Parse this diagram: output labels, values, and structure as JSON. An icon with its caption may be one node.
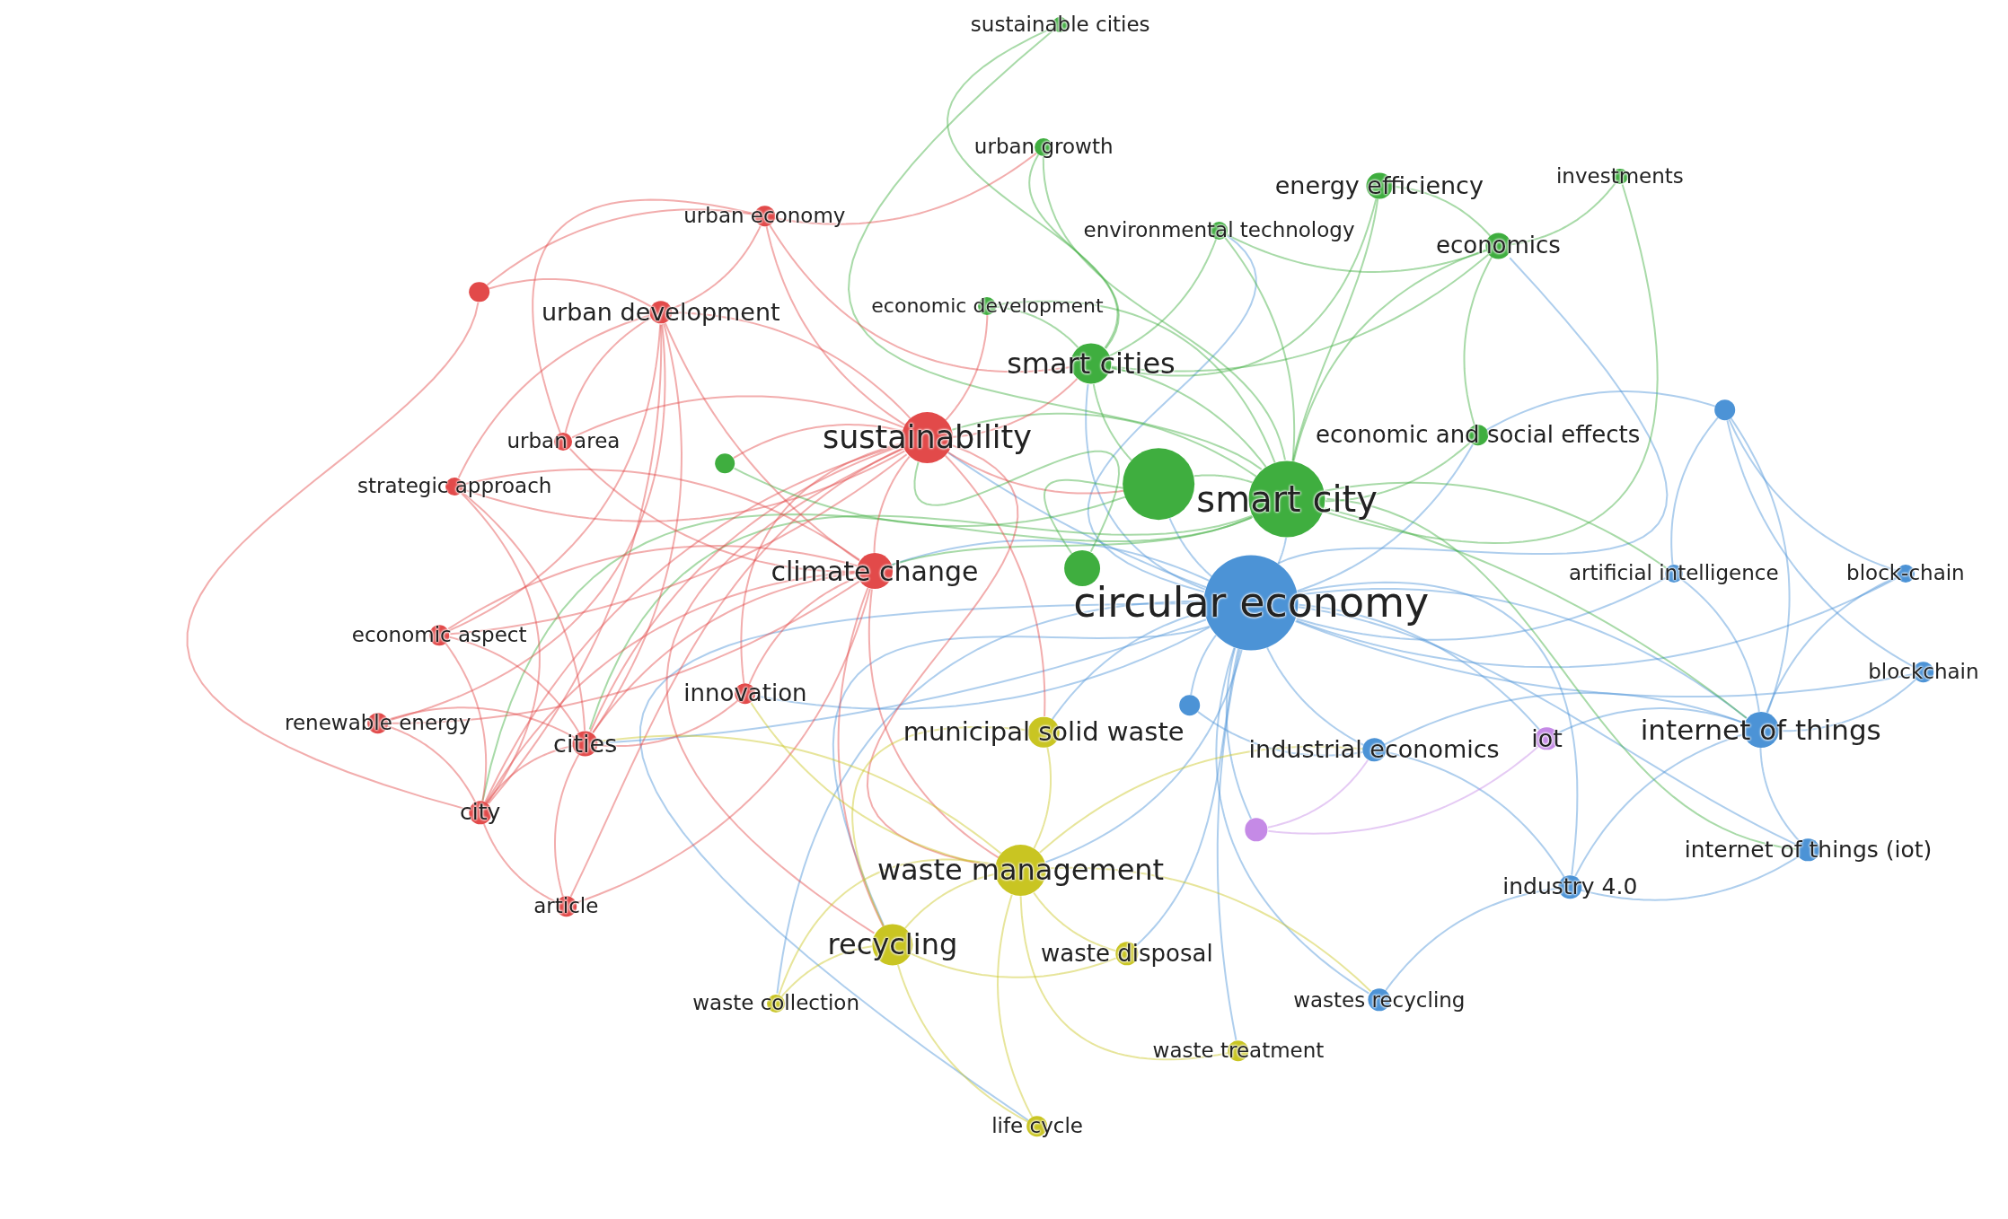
{
  "diagram": {
    "nodes": [
      {
        "text": [
          "sustainable cities"
        ]
      },
      {
        "text": [
          "urban growth"
        ]
      },
      {
        "text": [
          "energy efficiency"
        ]
      },
      {
        "text": [
          "investments"
        ]
      },
      {
        "text": [
          "urban economy"
        ]
      },
      {
        "text": [
          "environmental technology"
        ]
      },
      {
        "text": [
          "economics"
        ]
      },
      {
        "text": [],
        "shape": "circle"
      },
      {
        "text": [
          "urban development"
        ]
      },
      {
        "text": [
          "economic development"
        ]
      },
      {
        "text": [
          "smart cities"
        ]
      },
      {
        "text": [],
        "shape": "circle"
      },
      {
        "text": [
          "sustainability"
        ]
      },
      {
        "text": [
          "economic and social effects"
        ]
      },
      {
        "text": [
          "urban area"
        ]
      },
      {
        "text": [],
        "shape": "circle"
      },
      {
        "text": [
          "strategic approach"
        ]
      },
      {
        "text": [],
        "shape": "circle"
      },
      {
        "text": [
          "smart city"
        ]
      },
      {
        "text": [
          "climate change"
        ]
      },
      {
        "text": [],
        "shape": "circle"
      },
      {
        "text": [
          "circular economy"
        ]
      },
      {
        "text": [
          "artificial intelligence"
        ]
      },
      {
        "text": [
          "block-chain"
        ]
      },
      {
        "text": [
          "economic aspect"
        ]
      },
      {
        "text": [
          "blockchain"
        ]
      },
      {
        "text": [
          "innovation"
        ]
      },
      {
        "text": [],
        "shape": "circle"
      },
      {
        "text": [
          "renewable energy"
        ]
      },
      {
        "text": [
          "cities"
        ]
      },
      {
        "text": [
          "municipal solid waste"
        ]
      },
      {
        "text": [
          "industrial economics"
        ]
      },
      {
        "text": [
          "iot"
        ]
      },
      {
        "text": [
          "internet of things"
        ]
      },
      {
        "text": [
          "city"
        ]
      },
      {
        "text": [],
        "shape": "circle"
      },
      {
        "text": [
          "internet of things (iot)"
        ]
      },
      {
        "text": [
          "waste management"
        ]
      },
      {
        "text": [
          "industry 4.0"
        ]
      },
      {
        "text": [
          "article"
        ]
      },
      {
        "text": [
          "recycling"
        ]
      },
      {
        "text": [
          "waste disposal"
        ]
      },
      {
        "text": [
          "waste collection"
        ]
      },
      {
        "text": [
          "wastes recycling"
        ]
      },
      {
        "text": [
          "waste treatment"
        ]
      },
      {
        "text": [
          "life cycle"
        ]
      }
    ],
    "edges": [
      {
        "from": 21,
        "to": 10,
        "arrow": "none",
        "color": "#4c93d6"
      },
      {
        "from": 21,
        "to": 12,
        "arrow": "none",
        "color": "#4c93d6"
      },
      {
        "from": 21,
        "to": 17,
        "arrow": "none",
        "color": "#4c93d6"
      },
      {
        "from": 21,
        "to": 18,
        "arrow": "none",
        "color": "#4c93d6"
      },
      {
        "from": 21,
        "to": 19,
        "arrow": "none",
        "color": "#4c93d6"
      },
      {
        "from": 21,
        "to": 30,
        "arrow": "none",
        "color": "#4c93d6"
      },
      {
        "from": 21,
        "to": 31,
        "arrow": "none",
        "color": "#4c93d6"
      },
      {
        "from": 21,
        "to": 32,
        "arrow": "none",
        "color": "#4c93d6"
      },
      {
        "from": 21,
        "to": 33,
        "arrow": "none",
        "color": "#4c93d6"
      },
      {
        "from": 21,
        "to": 37,
        "arrow": "none",
        "color": "#4c93d6"
      },
      {
        "from": 21,
        "to": 40,
        "arrow": "none",
        "color": "#4c93d6"
      },
      {
        "from": 21,
        "to": 41,
        "arrow": "none",
        "color": "#4c93d6"
      },
      {
        "from": 21,
        "to": 43,
        "arrow": "none",
        "color": "#4c93d6"
      },
      {
        "from": 21,
        "to": 44,
        "arrow": "none",
        "color": "#4c93d6"
      },
      {
        "from": 21,
        "to": 38,
        "arrow": "none",
        "color": "#4c93d6"
      },
      {
        "from": 21,
        "to": 36,
        "arrow": "none",
        "color": "#4c93d6"
      },
      {
        "from": 21,
        "to": 22,
        "arrow": "none",
        "color": "#4c93d6"
      },
      {
        "from": 21,
        "to": 23,
        "arrow": "none",
        "color": "#4c93d6"
      },
      {
        "from": 21,
        "to": 25,
        "arrow": "none",
        "color": "#4c93d6"
      },
      {
        "from": 21,
        "to": 13,
        "arrow": "none",
        "color": "#4c93d6"
      },
      {
        "from": 21,
        "to": 6,
        "arrow": "none",
        "color": "#4c93d6"
      },
      {
        "from": 21,
        "to": 26,
        "arrow": "none",
        "color": "#4c93d6"
      },
      {
        "from": 21,
        "to": 29,
        "arrow": "none",
        "color": "#4c93d6"
      },
      {
        "from": 21,
        "to": 27,
        "arrow": "none",
        "color": "#4c93d6"
      },
      {
        "from": 21,
        "to": 35,
        "arrow": "none",
        "color": "#4c93d6"
      },
      {
        "from": 21,
        "to": 5,
        "arrow": "none",
        "color": "#4c93d6"
      },
      {
        "from": 21,
        "to": 45,
        "arrow": "none",
        "color": "#4c93d6"
      },
      {
        "from": 21,
        "to": 42,
        "arrow": "none",
        "color": "#4c93d6"
      },
      {
        "from": 18,
        "to": 10,
        "arrow": "none",
        "color": "#3fae3f"
      },
      {
        "from": 18,
        "to": 12,
        "arrow": "none",
        "color": "#3fae3f"
      },
      {
        "from": 18,
        "to": 17,
        "arrow": "none",
        "color": "#3fae3f"
      },
      {
        "from": 18,
        "to": 13,
        "arrow": "none",
        "color": "#3fae3f"
      },
      {
        "from": 18,
        "to": 6,
        "arrow": "none",
        "color": "#3fae3f"
      },
      {
        "from": 18,
        "to": 2,
        "arrow": "none",
        "color": "#3fae3f"
      },
      {
        "from": 18,
        "to": 5,
        "arrow": "none",
        "color": "#3fae3f"
      },
      {
        "from": 18,
        "to": 1,
        "arrow": "none",
        "color": "#3fae3f"
      },
      {
        "from": 18,
        "to": 0,
        "arrow": "none",
        "color": "#3fae3f"
      },
      {
        "from": 18,
        "to": 9,
        "arrow": "none",
        "color": "#3fae3f"
      },
      {
        "from": 18,
        "to": 19,
        "arrow": "none",
        "color": "#3fae3f"
      },
      {
        "from": 18,
        "to": 33,
        "arrow": "none",
        "color": "#3fae3f"
      },
      {
        "from": 18,
        "to": 22,
        "arrow": "none",
        "color": "#3fae3f"
      },
      {
        "from": 18,
        "to": 3,
        "arrow": "none",
        "color": "#3fae3f"
      },
      {
        "from": 18,
        "to": 29,
        "arrow": "none",
        "color": "#3fae3f"
      },
      {
        "from": 18,
        "to": 34,
        "arrow": "none",
        "color": "#3fae3f"
      },
      {
        "from": 18,
        "to": 36,
        "arrow": "none",
        "color": "#3fae3f"
      },
      {
        "from": 12,
        "to": 10,
        "arrow": "none",
        "color": "#e24a4a"
      },
      {
        "from": 12,
        "to": 17,
        "arrow": "none",
        "color": "#e24a4a"
      },
      {
        "from": 12,
        "to": 19,
        "arrow": "none",
        "color": "#e24a4a"
      },
      {
        "from": 12,
        "to": 4,
        "arrow": "none",
        "color": "#e24a4a"
      },
      {
        "from": 12,
        "to": 8,
        "arrow": "none",
        "color": "#e24a4a"
      },
      {
        "from": 12,
        "to": 14,
        "arrow": "none",
        "color": "#e24a4a"
      },
      {
        "from": 12,
        "to": 16,
        "arrow": "none",
        "color": "#e24a4a"
      },
      {
        "from": 12,
        "to": 24,
        "arrow": "none",
        "color": "#e24a4a"
      },
      {
        "from": 12,
        "to": 26,
        "arrow": "none",
        "color": "#e24a4a"
      },
      {
        "from": 12,
        "to": 29,
        "arrow": "none",
        "color": "#e24a4a"
      },
      {
        "from": 12,
        "to": 34,
        "arrow": "none",
        "color": "#e24a4a"
      },
      {
        "from": 12,
        "to": 39,
        "arrow": "none",
        "color": "#e24a4a"
      },
      {
        "from": 12,
        "to": 9,
        "arrow": "none",
        "color": "#e24a4a"
      },
      {
        "from": 12,
        "to": 30,
        "arrow": "none",
        "color": "#e24a4a"
      },
      {
        "from": 12,
        "to": 37,
        "arrow": "none",
        "color": "#e24a4a"
      },
      {
        "from": 12,
        "to": 40,
        "arrow": "none",
        "color": "#e24a4a"
      },
      {
        "from": 12,
        "to": 15,
        "arrow": "none",
        "color": "#e24a4a"
      },
      {
        "from": 19,
        "to": 8,
        "arrow": "none",
        "color": "#e24a4a"
      },
      {
        "from": 19,
        "to": 14,
        "arrow": "none",
        "color": "#e24a4a"
      },
      {
        "from": 19,
        "to": 16,
        "arrow": "none",
        "color": "#e24a4a"
      },
      {
        "from": 19,
        "to": 24,
        "arrow": "none",
        "color": "#e24a4a"
      },
      {
        "from": 19,
        "to": 26,
        "arrow": "none",
        "color": "#e24a4a"
      },
      {
        "from": 19,
        "to": 28,
        "arrow": "none",
        "color": "#e24a4a"
      },
      {
        "from": 19,
        "to": 29,
        "arrow": "none",
        "color": "#e24a4a"
      },
      {
        "from": 19,
        "to": 34,
        "arrow": "none",
        "color": "#e24a4a"
      },
      {
        "from": 19,
        "to": 39,
        "arrow": "none",
        "color": "#e24a4a"
      },
      {
        "from": 19,
        "to": 40,
        "arrow": "none",
        "color": "#e24a4a"
      },
      {
        "from": 19,
        "to": 37,
        "arrow": "none",
        "color": "#e24a4a"
      },
      {
        "from": 37,
        "to": 30,
        "arrow": "none",
        "color": "#c9c522"
      },
      {
        "from": 37,
        "to": 40,
        "arrow": "none",
        "color": "#c9c522"
      },
      {
        "from": 37,
        "to": 41,
        "arrow": "none",
        "color": "#c9c522"
      },
      {
        "from": 37,
        "to": 42,
        "arrow": "none",
        "color": "#c9c522"
      },
      {
        "from": 37,
        "to": 44,
        "arrow": "none",
        "color": "#c9c522"
      },
      {
        "from": 37,
        "to": 45,
        "arrow": "none",
        "color": "#c9c522"
      },
      {
        "from": 37,
        "to": 43,
        "arrow": "none",
        "color": "#c9c522"
      },
      {
        "from": 37,
        "to": 31,
        "arrow": "none",
        "color": "#c9c522"
      },
      {
        "from": 37,
        "to": 29,
        "arrow": "none",
        "color": "#c9c522"
      },
      {
        "from": 37,
        "to": 26,
        "arrow": "none",
        "color": "#c9c522"
      },
      {
        "from": 40,
        "to": 42,
        "arrow": "none",
        "color": "#c9c522"
      },
      {
        "from": 40,
        "to": 45,
        "arrow": "none",
        "color": "#c9c522"
      },
      {
        "from": 40,
        "to": 41,
        "arrow": "none",
        "color": "#c9c522"
      },
      {
        "from": 40,
        "to": 30,
        "arrow": "none",
        "color": "#c9c522"
      },
      {
        "from": 8,
        "to": 4,
        "arrow": "none",
        "color": "#e24a4a"
      },
      {
        "from": 8,
        "to": 7,
        "arrow": "none",
        "color": "#e24a4a"
      },
      {
        "from": 8,
        "to": 14,
        "arrow": "none",
        "color": "#e24a4a"
      },
      {
        "from": 8,
        "to": 16,
        "arrow": "none",
        "color": "#e24a4a"
      },
      {
        "from": 8,
        "to": 24,
        "arrow": "none",
        "color": "#e24a4a"
      },
      {
        "from": 8,
        "to": 29,
        "arrow": "none",
        "color": "#e24a4a"
      },
      {
        "from": 8,
        "to": 34,
        "arrow": "none",
        "color": "#e24a4a"
      },
      {
        "from": 8,
        "to": 28,
        "arrow": "none",
        "color": "#e24a4a"
      },
      {
        "from": 29,
        "to": 34,
        "arrow": "none",
        "color": "#e24a4a"
      },
      {
        "from": 29,
        "to": 39,
        "arrow": "none",
        "color": "#e24a4a"
      },
      {
        "from": 29,
        "to": 28,
        "arrow": "none",
        "color": "#e24a4a"
      },
      {
        "from": 29,
        "to": 24,
        "arrow": "none",
        "color": "#e24a4a"
      },
      {
        "from": 29,
        "to": 16,
        "arrow": "none",
        "color": "#e24a4a"
      },
      {
        "from": 29,
        "to": 26,
        "arrow": "none",
        "color": "#e24a4a"
      },
      {
        "from": 34,
        "to": 28,
        "arrow": "none",
        "color": "#e24a4a"
      },
      {
        "from": 34,
        "to": 39,
        "arrow": "none",
        "color": "#e24a4a"
      },
      {
        "from": 34,
        "to": 24,
        "arrow": "none",
        "color": "#e24a4a"
      },
      {
        "from": 34,
        "to": 16,
        "arrow": "none",
        "color": "#e24a4a"
      },
      {
        "from": 34,
        "to": 7,
        "arrow": "none",
        "color": "#e24a4a"
      },
      {
        "from": 4,
        "to": 7,
        "arrow": "none",
        "color": "#e24a4a"
      },
      {
        "from": 4,
        "to": 14,
        "arrow": "none",
        "color": "#e24a4a"
      },
      {
        "from": 4,
        "to": 10,
        "arrow": "none",
        "color": "#e24a4a"
      },
      {
        "from": 4,
        "to": 1,
        "arrow": "none",
        "color": "#e24a4a"
      },
      {
        "from": 33,
        "to": 36,
        "arrow": "none",
        "color": "#4c93d6"
      },
      {
        "from": 33,
        "to": 38,
        "arrow": "none",
        "color": "#4c93d6"
      },
      {
        "from": 33,
        "to": 25,
        "arrow": "none",
        "color": "#4c93d6"
      },
      {
        "from": 33,
        "to": 23,
        "arrow": "none",
        "color": "#4c93d6"
      },
      {
        "from": 33,
        "to": 22,
        "arrow": "none",
        "color": "#4c93d6"
      },
      {
        "from": 33,
        "to": 11,
        "arrow": "none",
        "color": "#4c93d6"
      },
      {
        "from": 33,
        "to": 32,
        "arrow": "none",
        "color": "#4c93d6"
      },
      {
        "from": 33,
        "to": 31,
        "arrow": "none",
        "color": "#4c93d6"
      },
      {
        "from": 38,
        "to": 43,
        "arrow": "none",
        "color": "#4c93d6"
      },
      {
        "from": 38,
        "to": 36,
        "arrow": "none",
        "color": "#4c93d6"
      },
      {
        "from": 38,
        "to": 31,
        "arrow": "none",
        "color": "#4c93d6"
      },
      {
        "from": 10,
        "to": 0,
        "arrow": "none",
        "color": "#3fae3f"
      },
      {
        "from": 10,
        "to": 1,
        "arrow": "none",
        "color": "#3fae3f"
      },
      {
        "from": 10,
        "to": 5,
        "arrow": "none",
        "color": "#3fae3f"
      },
      {
        "from": 10,
        "to": 9,
        "arrow": "none",
        "color": "#3fae3f"
      },
      {
        "from": 10,
        "to": 2,
        "arrow": "none",
        "color": "#3fae3f"
      },
      {
        "from": 10,
        "to": 17,
        "arrow": "none",
        "color": "#3fae3f"
      },
      {
        "from": 10,
        "to": 6,
        "arrow": "none",
        "color": "#3fae3f"
      },
      {
        "from": 6,
        "to": 3,
        "arrow": "none",
        "color": "#3fae3f"
      },
      {
        "from": 6,
        "to": 2,
        "arrow": "none",
        "color": "#3fae3f"
      },
      {
        "from": 6,
        "to": 13,
        "arrow": "none",
        "color": "#3fae3f"
      },
      {
        "from": 6,
        "to": 5,
        "arrow": "none",
        "color": "#3fae3f"
      },
      {
        "from": 11,
        "to": 23,
        "arrow": "none",
        "color": "#4c93d6"
      },
      {
        "from": 11,
        "to": 25,
        "arrow": "none",
        "color": "#4c93d6"
      },
      {
        "from": 11,
        "to": 22,
        "arrow": "none",
        "color": "#4c93d6"
      },
      {
        "from": 11,
        "to": 13,
        "arrow": "none",
        "color": "#4c93d6"
      },
      {
        "from": 35,
        "to": 32,
        "arrow": "none",
        "color": "#c58ae6"
      },
      {
        "from": 35,
        "to": 31,
        "arrow": "none",
        "color": "#c58ae6"
      },
      {
        "from": 27,
        "to": 31,
        "arrow": "none",
        "color": "#4c93d6"
      },
      {
        "from": 20,
        "to": 17,
        "arrow": "none",
        "color": "#3fae3f"
      },
      {
        "from": 20,
        "to": 12,
        "arrow": "none",
        "color": "#3fae3f"
      },
      {
        "from": 15,
        "to": 17,
        "arrow": "none",
        "color": "#3fae3f"
      }
    ]
  }
}
